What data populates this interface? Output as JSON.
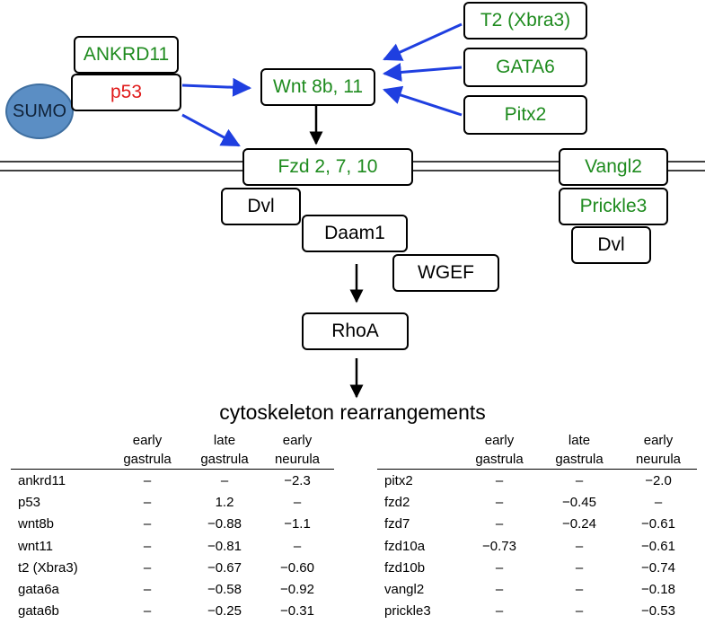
{
  "nodes": {
    "ankrd11": "ANKRD11",
    "p53": "p53",
    "sumo": "SUMO",
    "wnt": "Wnt 8b, 11",
    "t2": "T2 (Xbra3)",
    "gata6": "GATA6",
    "pitx2": "Pitx2",
    "fzd": "Fzd 2, 7, 10",
    "vangl2": "Vangl2",
    "prickle3": "Prickle3",
    "dvl_left": "Dvl",
    "daam1": "Daam1",
    "wgef": "WGEF",
    "dvl_right": "Dvl",
    "rhoa": "RhoA"
  },
  "caption": "cytoskeleton rearrangements",
  "colors": {
    "gene_text": "#1e8b1e",
    "p53_text": "#e01b1b",
    "activation_arrow": "#1f3fe0",
    "sumo_fill": "#5b8ec4"
  },
  "table_left": {
    "headers": [
      {
        "line1": "early",
        "line2": "gastrula"
      },
      {
        "line1": "late",
        "line2": "gastrula"
      },
      {
        "line1": "early",
        "line2": "neurula"
      }
    ],
    "rows": [
      {
        "gene": "ankrd11",
        "values": [
          "–",
          "–",
          "−2.3"
        ]
      },
      {
        "gene": "p53",
        "values": [
          "–",
          "1.2",
          "–"
        ]
      },
      {
        "gene": "wnt8b",
        "values": [
          "–",
          "−0.88",
          "−1.1"
        ]
      },
      {
        "gene": "wnt11",
        "values": [
          "–",
          "−0.81",
          "–"
        ]
      },
      {
        "gene": "t2 (Xbra3)",
        "values": [
          "–",
          "−0.67",
          "−0.60"
        ]
      },
      {
        "gene": "gata6a",
        "values": [
          "–",
          "−0.58",
          "−0.92"
        ]
      },
      {
        "gene": "gata6b",
        "values": [
          "–",
          "−0.25",
          "−0.31"
        ]
      }
    ]
  },
  "table_right": {
    "headers": [
      {
        "line1": "early",
        "line2": "gastrula"
      },
      {
        "line1": "late",
        "line2": "gastrula"
      },
      {
        "line1": "early",
        "line2": "neurula"
      }
    ],
    "rows": [
      {
        "gene": "pitx2",
        "values": [
          "–",
          "–",
          "−2.0"
        ]
      },
      {
        "gene": "fzd2",
        "values": [
          "–",
          "−0.45",
          "–"
        ]
      },
      {
        "gene": "fzd7",
        "values": [
          "–",
          "−0.24",
          "−0.61"
        ]
      },
      {
        "gene": "fzd10a",
        "values": [
          "−0.73",
          "–",
          "−0.61"
        ]
      },
      {
        "gene": "fzd10b",
        "values": [
          "–",
          "–",
          "−0.74"
        ]
      },
      {
        "gene": "vangl2",
        "values": [
          "–",
          "–",
          "−0.18"
        ]
      },
      {
        "gene": "prickle3",
        "values": [
          "–",
          "–",
          "−0.53"
        ]
      }
    ]
  }
}
